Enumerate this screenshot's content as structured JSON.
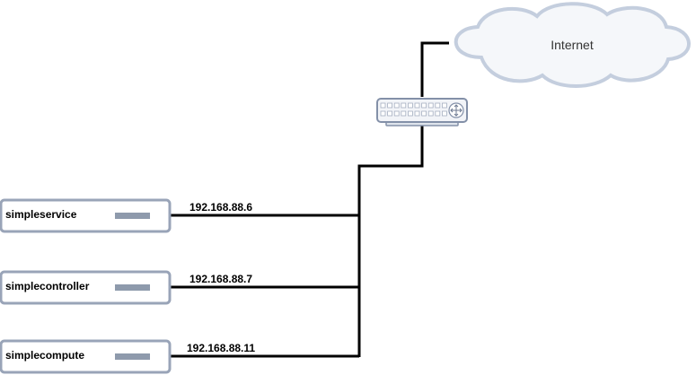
{
  "cloud": {
    "label": "Internet",
    "icon": "cloud-icon"
  },
  "switch": {
    "icon": "network-switch-icon"
  },
  "servers": [
    {
      "name": "simpleservice",
      "ip": "192.168.88.6"
    },
    {
      "name": "simplecontroller",
      "ip": "192.168.88.7"
    },
    {
      "name": "simplecompute",
      "ip": "192.168.88.11"
    }
  ],
  "colors": {
    "wire": "#000000",
    "server_border": "#99a4b8",
    "cloud_fill": "#f5f7fa",
    "cloud_border": "#c4cede"
  }
}
